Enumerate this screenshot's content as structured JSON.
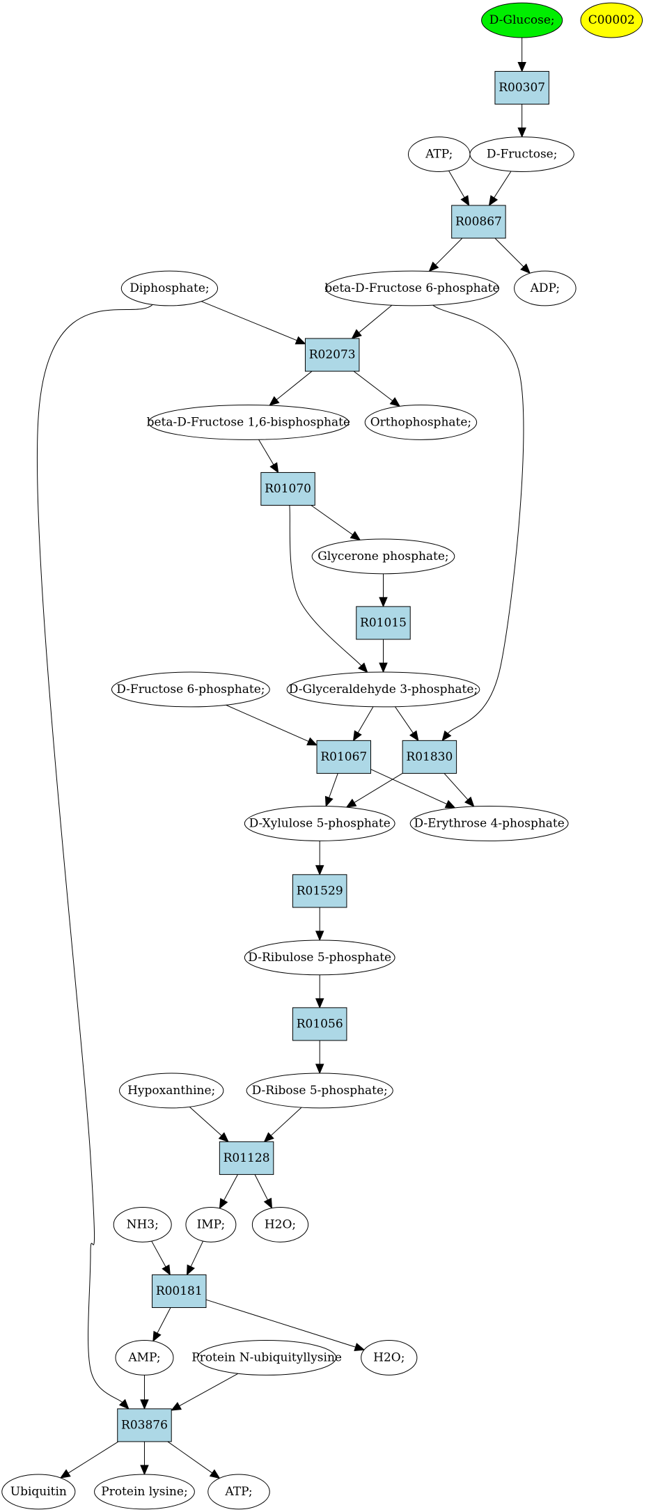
{
  "colors": {
    "compound": "#ffffff",
    "reaction": "#add8e6",
    "start_compound": "#00ee00",
    "highlight_compound": "#ffff00"
  },
  "nodes": [
    {
      "id": "dglucose",
      "kind": "compound",
      "label": "D-Glucose;",
      "fill": "start_compound"
    },
    {
      "id": "c00002",
      "kind": "compound",
      "label": "C00002",
      "fill": "highlight_compound"
    },
    {
      "id": "r00307",
      "kind": "reaction",
      "label": "R00307"
    },
    {
      "id": "atp1",
      "kind": "compound",
      "label": "ATP;"
    },
    {
      "id": "dfructose",
      "kind": "compound",
      "label": "D-Fructose;"
    },
    {
      "id": "r00867",
      "kind": "reaction",
      "label": "R00867"
    },
    {
      "id": "diphosphate",
      "kind": "compound",
      "label": "Diphosphate;"
    },
    {
      "id": "bdf6p",
      "kind": "compound",
      "label": "beta-D-Fructose 6-phosphate"
    },
    {
      "id": "adp",
      "kind": "compound",
      "label": "ADP;"
    },
    {
      "id": "r02073",
      "kind": "reaction",
      "label": "R02073"
    },
    {
      "id": "bdf16bp",
      "kind": "compound",
      "label": "beta-D-Fructose 1,6-bisphosphate"
    },
    {
      "id": "orthophosphate",
      "kind": "compound",
      "label": "Orthophosphate;"
    },
    {
      "id": "r01070",
      "kind": "reaction",
      "label": "R01070"
    },
    {
      "id": "glycerone",
      "kind": "compound",
      "label": "Glycerone phosphate;"
    },
    {
      "id": "r01015",
      "kind": "reaction",
      "label": "R01015"
    },
    {
      "id": "df6p",
      "kind": "compound",
      "label": "D-Fructose 6-phosphate;"
    },
    {
      "id": "dg3p",
      "kind": "compound",
      "label": "D-Glyceraldehyde 3-phosphate;"
    },
    {
      "id": "r01067",
      "kind": "reaction",
      "label": "R01067"
    },
    {
      "id": "r01830",
      "kind": "reaction",
      "label": "R01830"
    },
    {
      "id": "dx5p",
      "kind": "compound",
      "label": "D-Xylulose 5-phosphate"
    },
    {
      "id": "de4p",
      "kind": "compound",
      "label": "D-Erythrose 4-phosphate"
    },
    {
      "id": "r01529",
      "kind": "reaction",
      "label": "R01529"
    },
    {
      "id": "dru5p",
      "kind": "compound",
      "label": "D-Ribulose 5-phosphate"
    },
    {
      "id": "r01056",
      "kind": "reaction",
      "label": "R01056"
    },
    {
      "id": "hypoxanthine",
      "kind": "compound",
      "label": "Hypoxanthine;"
    },
    {
      "id": "dr5p",
      "kind": "compound",
      "label": "D-Ribose 5-phosphate;"
    },
    {
      "id": "r01128",
      "kind": "reaction",
      "label": "R01128"
    },
    {
      "id": "nh3",
      "kind": "compound",
      "label": "NH3;"
    },
    {
      "id": "imp",
      "kind": "compound",
      "label": "IMP;"
    },
    {
      "id": "h2o1",
      "kind": "compound",
      "label": "H2O;"
    },
    {
      "id": "r00181",
      "kind": "reaction",
      "label": "R00181"
    },
    {
      "id": "amp",
      "kind": "compound",
      "label": "AMP;"
    },
    {
      "id": "protnub",
      "kind": "compound",
      "label": "Protein N-ubiquityllysine"
    },
    {
      "id": "h2o2",
      "kind": "compound",
      "label": "H2O;"
    },
    {
      "id": "r03876",
      "kind": "reaction",
      "label": "R03876"
    },
    {
      "id": "ubiquitin",
      "kind": "compound",
      "label": "Ubiquitin"
    },
    {
      "id": "proteinlysine",
      "kind": "compound",
      "label": "Protein lysine;"
    },
    {
      "id": "atp2",
      "kind": "compound",
      "label": "ATP;"
    }
  ],
  "edges": [
    {
      "from": "dglucose",
      "to": "r00307"
    },
    {
      "from": "r00307",
      "to": "dfructose"
    },
    {
      "from": "atp1",
      "to": "r00867"
    },
    {
      "from": "dfructose",
      "to": "r00867"
    },
    {
      "from": "r00867",
      "to": "bdf6p"
    },
    {
      "from": "r00867",
      "to": "adp"
    },
    {
      "from": "diphosphate",
      "to": "r02073"
    },
    {
      "from": "bdf6p",
      "to": "r02073"
    },
    {
      "from": "bdf6p",
      "to": "r01830"
    },
    {
      "from": "diphosphate",
      "to": "r03876"
    },
    {
      "from": "r02073",
      "to": "bdf16bp"
    },
    {
      "from": "r02073",
      "to": "orthophosphate"
    },
    {
      "from": "bdf16bp",
      "to": "r01070"
    },
    {
      "from": "r01070",
      "to": "glycerone"
    },
    {
      "from": "r01070",
      "to": "dg3p"
    },
    {
      "from": "glycerone",
      "to": "r01015"
    },
    {
      "from": "r01015",
      "to": "dg3p"
    },
    {
      "from": "df6p",
      "to": "r01067"
    },
    {
      "from": "dg3p",
      "to": "r01067"
    },
    {
      "from": "dg3p",
      "to": "r01830"
    },
    {
      "from": "r01067",
      "to": "dx5p"
    },
    {
      "from": "r01067",
      "to": "de4p"
    },
    {
      "from": "r01830",
      "to": "dx5p"
    },
    {
      "from": "r01830",
      "to": "de4p"
    },
    {
      "from": "dx5p",
      "to": "r01529"
    },
    {
      "from": "r01529",
      "to": "dru5p"
    },
    {
      "from": "dru5p",
      "to": "r01056"
    },
    {
      "from": "r01056",
      "to": "dr5p"
    },
    {
      "from": "hypoxanthine",
      "to": "r01128"
    },
    {
      "from": "dr5p",
      "to": "r01128"
    },
    {
      "from": "r01128",
      "to": "imp"
    },
    {
      "from": "r01128",
      "to": "h2o1"
    },
    {
      "from": "nh3",
      "to": "r00181"
    },
    {
      "from": "imp",
      "to": "r00181"
    },
    {
      "from": "r00181",
      "to": "amp"
    },
    {
      "from": "r00181",
      "to": "h2o2"
    },
    {
      "from": "amp",
      "to": "r03876"
    },
    {
      "from": "protnub",
      "to": "r03876"
    },
    {
      "from": "r03876",
      "to": "ubiquitin"
    },
    {
      "from": "r03876",
      "to": "proteinlysine"
    },
    {
      "from": "r03876",
      "to": "atp2"
    }
  ]
}
